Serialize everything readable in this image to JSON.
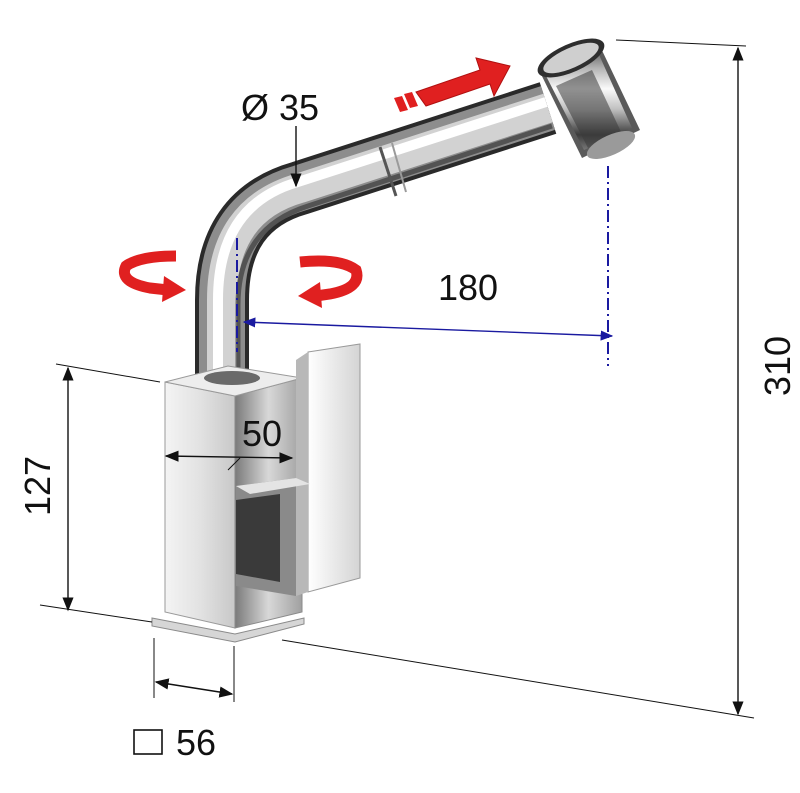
{
  "dimensions": {
    "total_height": "310",
    "reach": "180",
    "spout_diameter": "Ø 35",
    "body_width": "50",
    "body_height": "127",
    "base_square": "56"
  },
  "colors": {
    "arrow_red": "#e02020",
    "axis_blue": "#1a1aa0",
    "dimension_line": "#111111"
  }
}
